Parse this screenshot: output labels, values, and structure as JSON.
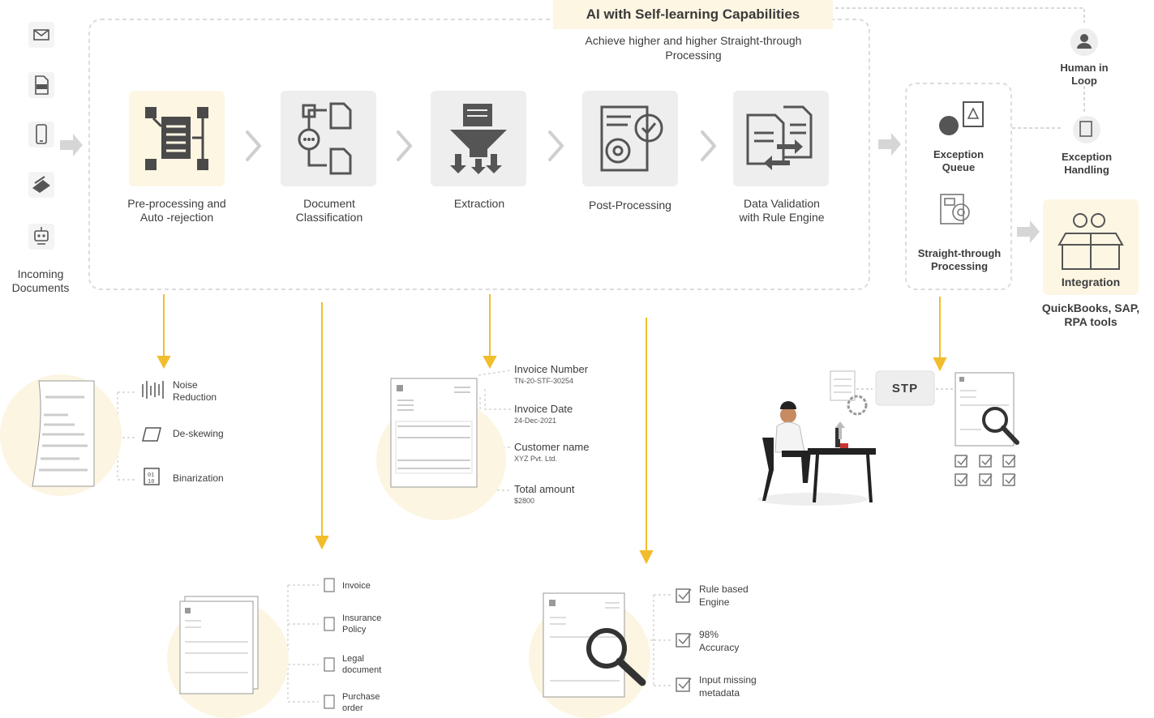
{
  "header": {
    "title": "AI with Self-learning Capabilities",
    "subtitle_line1": "Achieve higher and higher Straight-through",
    "subtitle_line2": "Processing"
  },
  "incoming": {
    "label_line1": "Incoming",
    "label_line2": "Documents",
    "icons": [
      "email-icon",
      "pdf-icon",
      "mobile-icon",
      "scanner-icon",
      "bot-icon"
    ]
  },
  "stages": [
    {
      "line1": "Pre-processing and",
      "line2": "Auto -rejection",
      "icon": "preprocess-icon"
    },
    {
      "line1": "Document",
      "line2": "Classification",
      "icon": "classification-icon"
    },
    {
      "line1": "Extraction",
      "line2": "",
      "icon": "extraction-funnel-icon"
    },
    {
      "line1": "Post-Processing",
      "line2": "",
      "icon": "post-processing-icon"
    },
    {
      "line1": "Data Validation",
      "line2": "with Rule Engine",
      "icon": "data-validation-icon"
    }
  ],
  "exception": {
    "queue_line1": "Exception",
    "queue_line2": "Queue",
    "stp_line1": "Straight-through",
    "stp_line2": "Processing",
    "human_line1": "Human in",
    "human_line2": "Loop",
    "handling_line1": "Exception",
    "handling_line2": "Handling"
  },
  "integration": {
    "label": "Integration",
    "tools_line1": "QuickBooks, SAP,",
    "tools_line2": "RPA tools"
  },
  "preprocessing_details": [
    {
      "line1": "Noise",
      "line2": "Reduction",
      "icon": "noise-icon"
    },
    {
      "line1": "De-skewing",
      "line2": "",
      "icon": "deskew-icon"
    },
    {
      "line1": "Binarization",
      "line2": "",
      "icon": "binary-icon"
    }
  ],
  "extraction_details": [
    {
      "label": "Invoice Number",
      "value": "TN-20-STF-30254"
    },
    {
      "label": "Invoice Date",
      "value": "24-Dec-2021"
    },
    {
      "label": "Customer name",
      "value": "XYZ Pvt. Ltd."
    },
    {
      "label": "Total amount",
      "value": "$2800"
    }
  ],
  "classification_details": [
    {
      "line1": "Invoice",
      "line2": ""
    },
    {
      "line1": "Insurance",
      "line2": "Policy"
    },
    {
      "line1": "Legal",
      "line2": "document"
    },
    {
      "line1": "Purchase",
      "line2": "order"
    }
  ],
  "postprocessing_details": [
    {
      "line1": "Rule based",
      "line2": "Engine"
    },
    {
      "line1": "98%",
      "line2": "Accuracy"
    },
    {
      "line1": "Input missing",
      "line2": "metadata"
    }
  ],
  "stp_badge": "STP",
  "colors": {
    "accent_yellow": "#f2bd2c",
    "tile_gray": "#eeeeee",
    "tile_cream": "#fdf6e3",
    "icon_dark": "#4a4a4a",
    "dash": "#dcdcdc"
  }
}
